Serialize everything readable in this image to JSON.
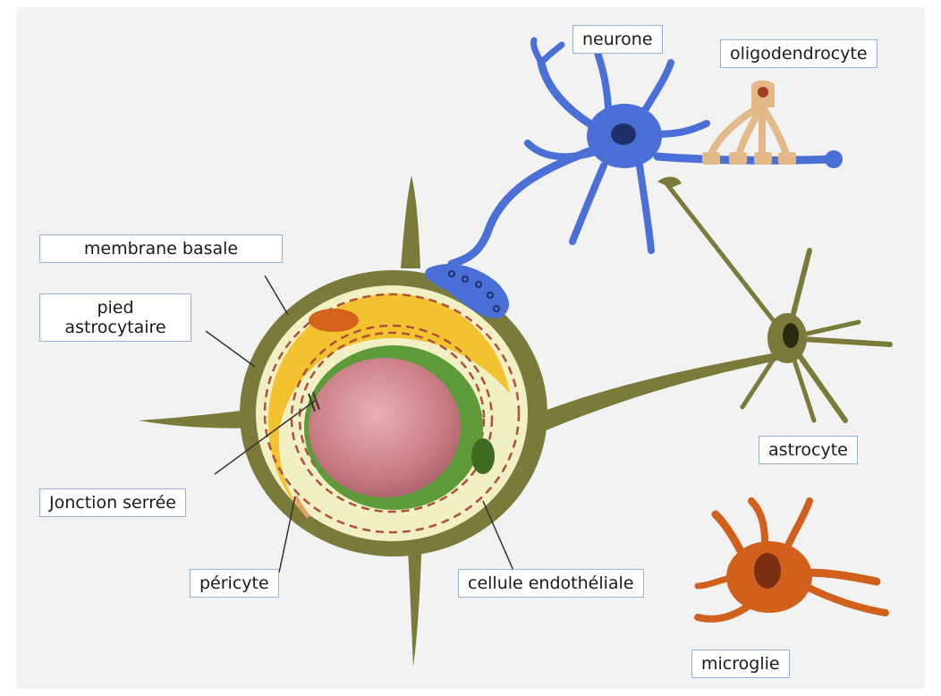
{
  "labels": {
    "neurone": "neurone",
    "oligodendrocyte": "oligodendrocyte",
    "membrane_basale": "membrane basale",
    "pied_astrocytaire_line1": "pied",
    "pied_astrocytaire_line2": "astrocytaire",
    "astrocyte": "astrocyte",
    "jonction_serree": "Jonction serrée",
    "pericyte": "péricyte",
    "cellule_endotheliale": "cellule endothéliale",
    "microglie": "microglie"
  },
  "colors": {
    "background": "#f2f2f2",
    "astrocyte_olive": "#7a7a3a",
    "basal_membrane_cream": "#f1efc4",
    "astrocyte_foot_yellow": "#f2c230",
    "endothelial_green": "#5e9a3a",
    "lumen_pink": "#c87a84",
    "neuron_blue": "#4a6fd6",
    "oligodendrocyte_tan": "#e3b98a",
    "pericyte_orange": "#d4621c",
    "microglia_orange": "#d1601c",
    "label_border": "#95b3d7"
  }
}
